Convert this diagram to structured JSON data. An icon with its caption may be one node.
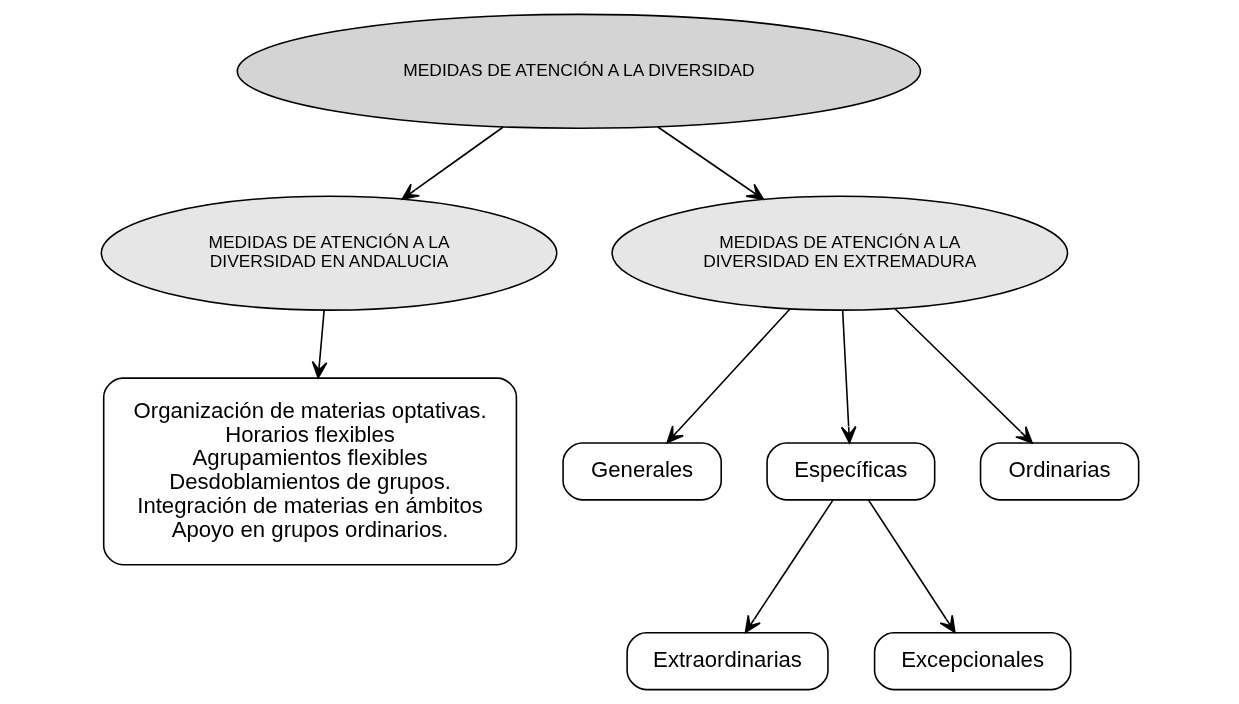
{
  "diagram": {
    "nodes": [
      {
        "text": [
          "MEDIDAS DE ATENCIÓN A LA DIVERSIDAD"
        ]
      },
      {
        "text": [
          "MEDIDAS DE ATENCIÓN A LA DIVERSIDAD EN ANDALUCIA"
        ]
      },
      {
        "text": [
          "MEDIDAS DE ATENCIÓN A LA DIVERSIDAD EN EXTREMADURA"
        ]
      },
      {
        "text": [
          "Organización de materias optativas.",
          "Horarios flexibles",
          "Agrupamientos flexibles",
          "Desdoblamientos de grupos.",
          "Integración de materias en ámbitos",
          "Apoyo en grupos ordinarios."
        ]
      },
      {
        "text": [
          "Generales"
        ]
      },
      {
        "text": [
          "Específicas"
        ]
      },
      {
        "text": [
          "Ordinarias"
        ]
      },
      {
        "text": [
          "Extraordinarias"
        ]
      },
      {
        "text": [
          "Excepcionales"
        ]
      }
    ],
    "edges": [
      {
        "from": 0,
        "to": 1,
        "arrow": "to"
      },
      {
        "from": 0,
        "to": 2,
        "arrow": "to"
      },
      {
        "from": 1,
        "to": 3,
        "arrow": "to"
      },
      {
        "from": 2,
        "to": 4,
        "arrow": "to"
      },
      {
        "from": 2,
        "to": 5,
        "arrow": "to"
      },
      {
        "from": 2,
        "to": 6,
        "arrow": "to"
      },
      {
        "from": 5,
        "to": 7,
        "arrow": "to"
      },
      {
        "from": 5,
        "to": 8,
        "arrow": "to"
      }
    ]
  }
}
